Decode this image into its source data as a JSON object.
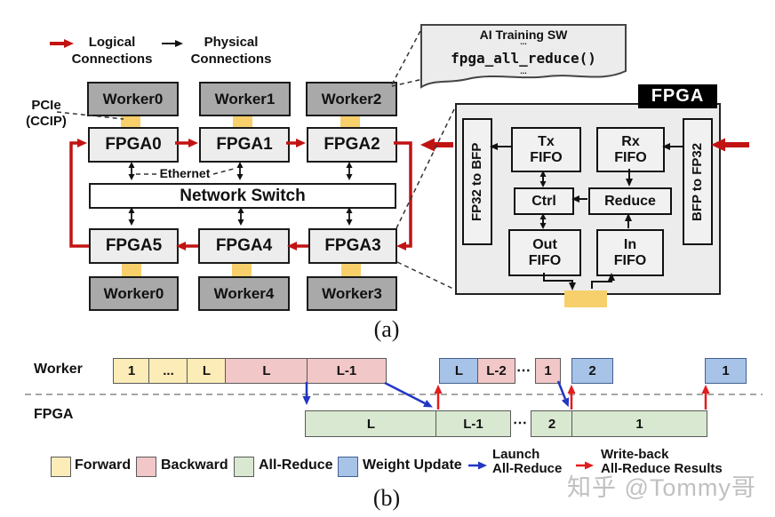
{
  "colors": {
    "logical_red": "#c21313",
    "physical_black": "#111111",
    "worker_gray": "#a9a9a9",
    "fpga_gray": "#ededed",
    "pcie_yellow": "#f7d06c",
    "forward_yellow": "#fcecb8",
    "backward_pink": "#f2c7c7",
    "allreduce_green": "#d9e8d0",
    "weightupdate_blue": "#a7c3e8",
    "launch_blue": "#2236c4",
    "writeback_red": "#e11d1d"
  },
  "legend_top": {
    "logical_label": "Logical\nConnections",
    "physical_label": "Physical\nConnections"
  },
  "panel_a": {
    "caption": "(a)",
    "pcie_label": "PCIe\n(CCIP)",
    "ethernet_label": "Ethernet",
    "network_switch_label": "Network Switch",
    "workers_top": [
      {
        "label": "Worker0"
      },
      {
        "label": "Worker1"
      },
      {
        "label": "Worker2"
      }
    ],
    "fpgas_top": [
      {
        "label": "FPGA0"
      },
      {
        "label": "FPGA1"
      },
      {
        "label": "FPGA2"
      }
    ],
    "fpgas_bottom": [
      {
        "label": "FPGA5"
      },
      {
        "label": "FPGA4"
      },
      {
        "label": "FPGA3"
      }
    ],
    "workers_bottom": [
      {
        "label": "Worker0"
      },
      {
        "label": "Worker4"
      },
      {
        "label": "Worker3"
      }
    ],
    "callout": {
      "title": "AI Training SW",
      "dots_top": "...",
      "code": "fpga_all_reduce()",
      "dots_bottom": "..."
    },
    "fpga_detail": {
      "title": "FPGA",
      "left_converter": "FP32 to BFP",
      "right_converter": "BFP to FP32",
      "tx": "Tx\nFIFO",
      "rx": "Rx\nFIFO",
      "ctrl": "Ctrl",
      "reduce": "Reduce",
      "out": "Out\nFIFO",
      "in": "In\nFIFO"
    }
  },
  "panel_b": {
    "caption": "(b)",
    "worker_row_label": "Worker",
    "fpga_row_label": "FPGA",
    "worker_segments": [
      {
        "label": "1",
        "type": "forward"
      },
      {
        "label": "...",
        "type": "forward"
      },
      {
        "label": "L",
        "type": "forward"
      },
      {
        "label": "L",
        "type": "backward"
      },
      {
        "label": "L-1",
        "type": "backward"
      },
      {
        "label": "L",
        "type": "weight"
      },
      {
        "label": "L-2",
        "type": "backward"
      },
      {
        "label": "⋯",
        "type": "gap"
      },
      {
        "label": "1",
        "type": "backward"
      },
      {
        "label": "2",
        "type": "weight"
      },
      {
        "label": "1",
        "type": "weight"
      }
    ],
    "fpga_segments": [
      {
        "label": "L",
        "type": "allreduce"
      },
      {
        "label": "L-1",
        "type": "allreduce"
      },
      {
        "label": "⋯",
        "type": "gap"
      },
      {
        "label": "2",
        "type": "allreduce"
      },
      {
        "label": "1",
        "type": "allreduce"
      }
    ]
  },
  "legend_b": {
    "forward": "Forward",
    "backward": "Backward",
    "allreduce": "All-Reduce",
    "weight_update": "Weight Update",
    "launch": "Launch\nAll-Reduce",
    "writeback": "Write-back\nAll-Reduce Results"
  },
  "watermark": "知乎 @Tommy哥"
}
